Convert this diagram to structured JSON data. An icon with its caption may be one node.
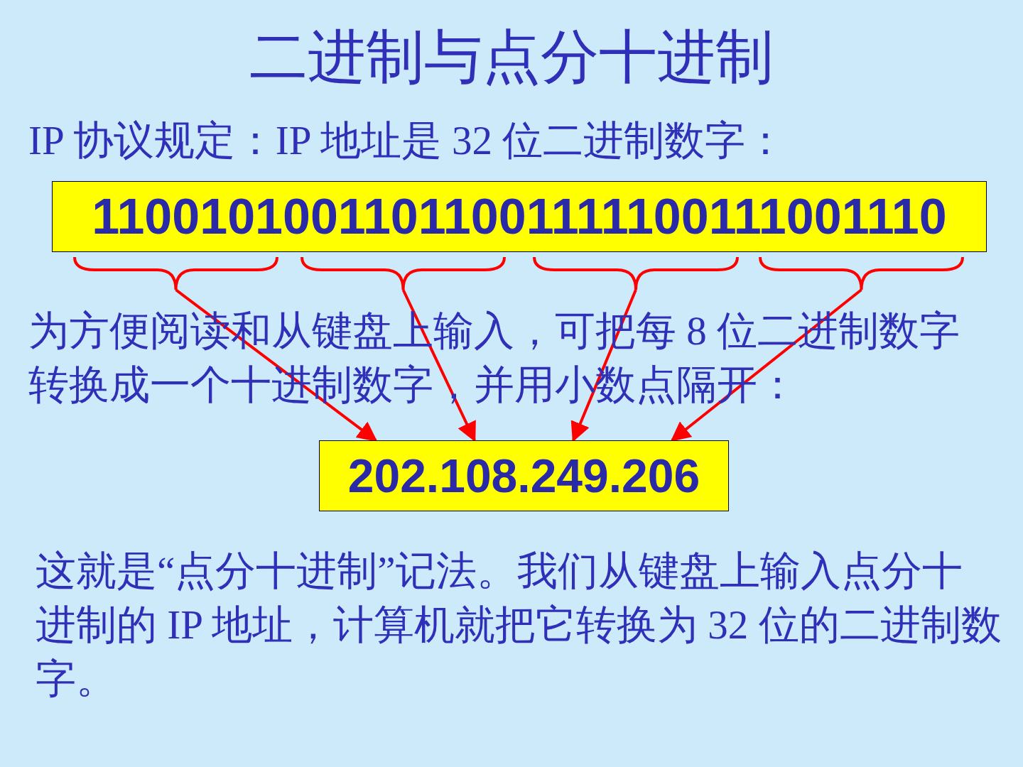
{
  "diagram": {
    "title": "二进制与点分十进制",
    "nodes": [
      {
        "text": [
          "11001010011011001111100111001110"
        ]
      },
      {
        "text": [],
        "shape": "brace"
      },
      {
        "text": [],
        "shape": "brace"
      },
      {
        "text": [],
        "shape": "brace"
      },
      {
        "text": [],
        "shape": "brace"
      },
      {
        "text": [
          "202.108.249.206"
        ]
      }
    ],
    "edges": [
      {
        "from": 1,
        "to": 5,
        "arrow": "to"
      },
      {
        "from": 2,
        "to": 5,
        "arrow": "to"
      },
      {
        "from": 3,
        "to": 5,
        "arrow": "to"
      },
      {
        "from": 4,
        "to": 5,
        "arrow": "to"
      }
    ],
    "labels": [
      "IP 协议规定：IP 地址是 32 位二进制数字：",
      "为方便阅读和从键盘上输入，可把每 8 位二进制数字转换成一个十进制数字，并用小数点隔开：",
      "这就是“点分十进制”记法。我们从键盘上输入点分十进制的 IP 地址，计算机就把它转换为 32 位的二进制数字。"
    ]
  }
}
